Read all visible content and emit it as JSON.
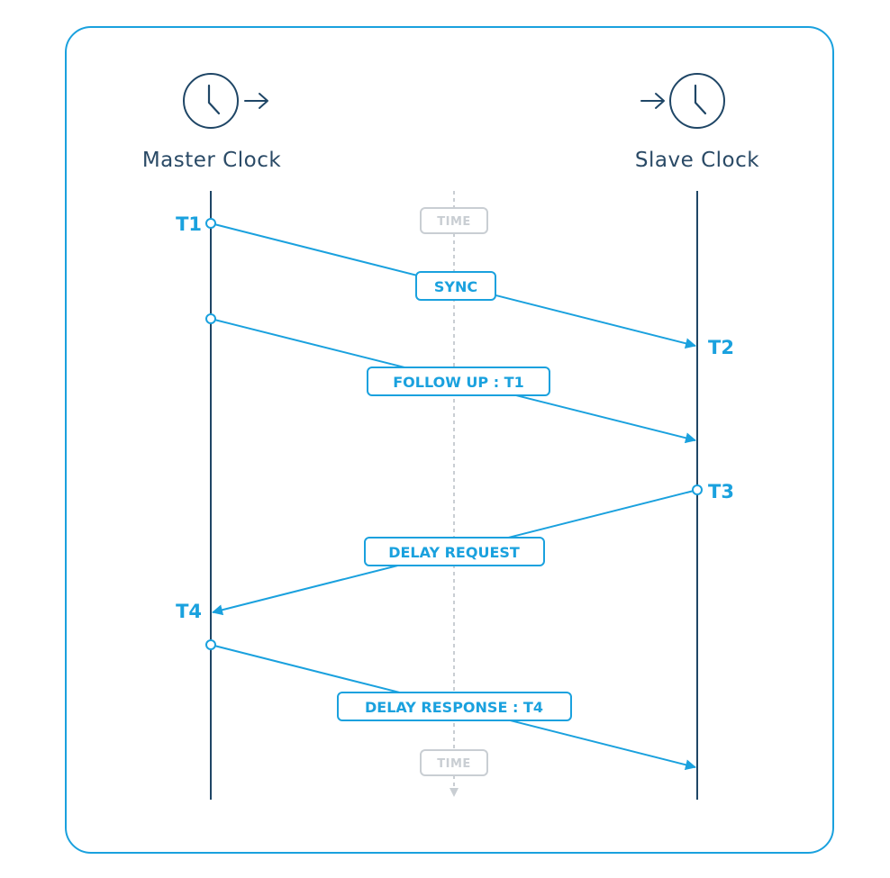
{
  "clocks": {
    "master": {
      "label": "Master Clock",
      "icon": "clock-outgoing-icon"
    },
    "slave": {
      "label": "Slave Clock",
      "icon": "clock-incoming-icon"
    }
  },
  "timeline": {
    "top_label": "TIME",
    "bottom_label": "TIME"
  },
  "timestamps": {
    "t1": "T1",
    "t2": "T2",
    "t3": "T3",
    "t4": "T4"
  },
  "messages": {
    "sync": "SYNC",
    "follow_up": "FOLLOW UP : T1",
    "delay_request": "DELAY REQUEST",
    "delay_response": "DELAY RESPONSE : T4"
  },
  "colors": {
    "frame": "#1aa1de",
    "arrow": "#1aa1de",
    "lifeline": "#1f4666",
    "icon": "#1f4666",
    "time_axis": "#c9ced3"
  }
}
